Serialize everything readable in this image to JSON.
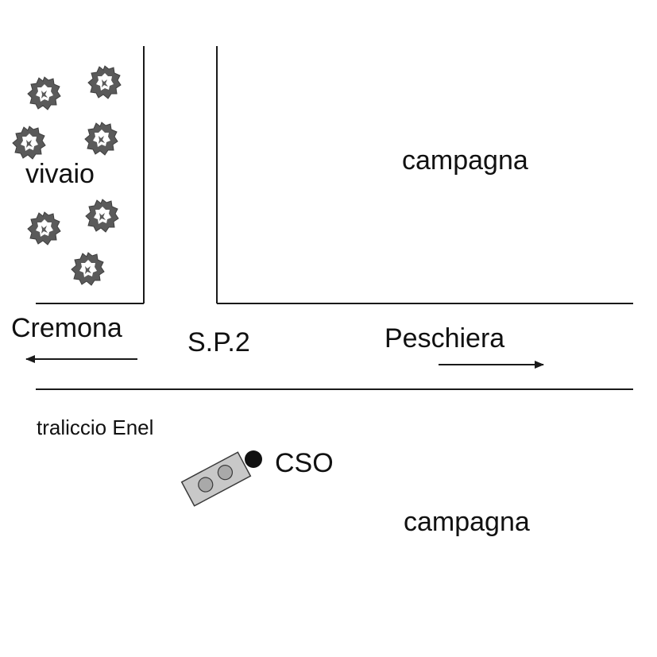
{
  "labels": {
    "vivaio": "vivaio",
    "campagna_north": "campagna",
    "campagna_south": "campagna",
    "cremona": "Cremona",
    "road": "S.P.2",
    "peschiera": "Peschiera",
    "traliccio": "traliccio Enel",
    "cso": "CSO"
  },
  "icons": {
    "tree": "tree-icon",
    "arrow_left": "arrow-left-icon",
    "arrow_right": "arrow-right-icon",
    "pylon": "pylon-icon",
    "point": "point-marker-icon"
  },
  "colors": {
    "line": "#1a1a1a",
    "tree": "#555555",
    "pylon_fill": "#c8c8c8",
    "pylon_circle": "#a9a9a9",
    "point": "#111111"
  }
}
